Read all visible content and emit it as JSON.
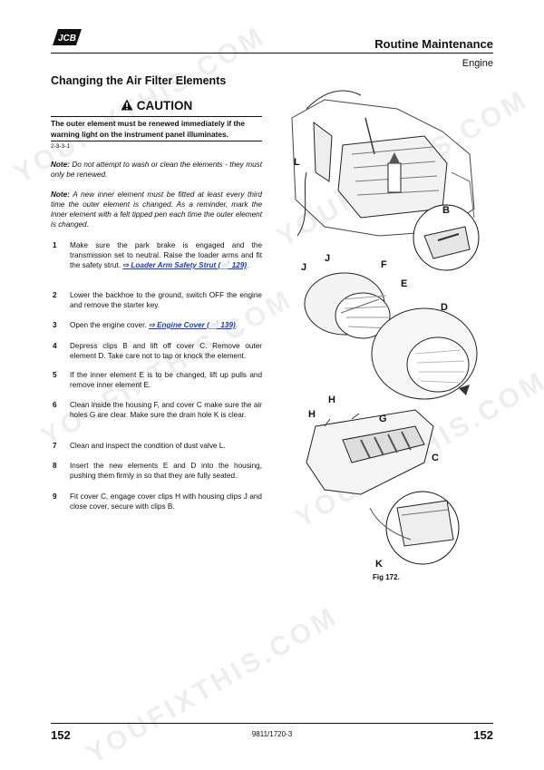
{
  "header": {
    "logo_text": "JCB",
    "title": "Routine Maintenance",
    "subtitle": "Engine"
  },
  "section_title": "Changing the Air Filter Elements",
  "caution": {
    "label": "CAUTION",
    "text": "The outer element must be renewed immediately if the warning light on the instrument panel illuminates.",
    "code": "2-3-3-1"
  },
  "notes": [
    {
      "prefix": "Note:",
      "text": "Do not attempt to wash or clean the elements - they must only be renewed."
    },
    {
      "prefix": "Note:",
      "text": "A new inner element must be fitted at least every third time the outer element is changed. As a reminder, mark the inner element with a felt tipped pen each time the outer element is changed."
    }
  ],
  "steps": [
    {
      "num": "1",
      "text": "Make sure the park brake is engaged and the transmission set to neutral. Raise the loader arms and fit the safety strut. ",
      "link": "⇨ Loader Arm Safety Strut (📄 129)",
      "tail": "."
    },
    {
      "num": "2",
      "text": "Lower the backhoe to the ground, switch OFF the engine and remove the starter key."
    },
    {
      "num": "3",
      "text": "Open the engine cover. ",
      "link": "⇨ Engine Cover (📄 139)",
      "tail": "."
    },
    {
      "num": "4",
      "text": "Depress clips B and lift off cover C. Remove outer element D. Take care not to tap or knock the element."
    },
    {
      "num": "5",
      "text": "If the inner element E is to be changed, lift up pulls and remove inner element E."
    },
    {
      "num": "6",
      "text": "Clean inside the housing F, and cover C make sure the air holes G are clear. Make sure the drain hole K is clear."
    },
    {
      "num": "7",
      "text": "Clean and inspect the condition of dust valve L."
    },
    {
      "num": "8",
      "text": "Insert the new elements E and D into the housing, pushing them firmly in so that they are fully seated."
    },
    {
      "num": "9",
      "text": "Fit cover C, engage cover clips H with housing clips J and close cover, secure with clips B."
    }
  ],
  "figure": {
    "caption": "Fig 172.",
    "callouts": [
      "L",
      "B",
      "J",
      "J",
      "F",
      "E",
      "D",
      "H",
      "H",
      "G",
      "C",
      "K"
    ]
  },
  "footer": {
    "page_left": "152",
    "doc_number": "9811/1720-3",
    "page_right": "152"
  },
  "watermark": "YOUFIXTHIS.COM"
}
